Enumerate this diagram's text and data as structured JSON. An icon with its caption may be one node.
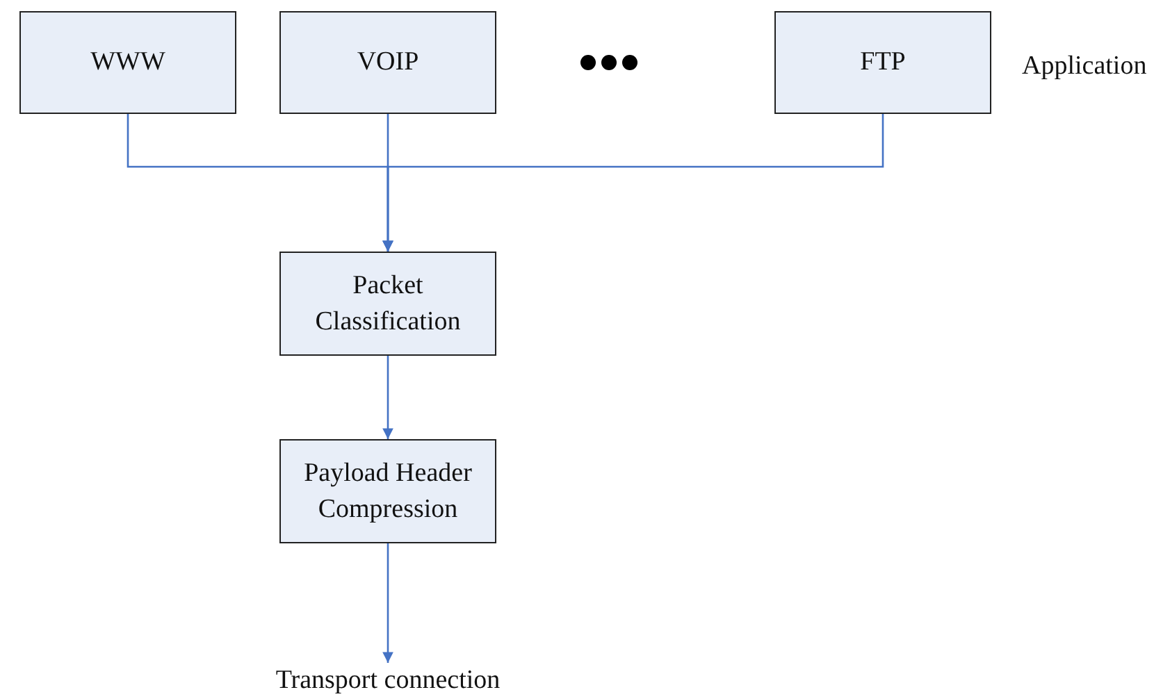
{
  "diagram": {
    "nodes": [
      {
        "text": [
          "WWW"
        ]
      },
      {
        "text": [
          "VOIP"
        ]
      },
      {
        "text": [
          "FTP"
        ]
      },
      {
        "text": [
          "Packet Classification"
        ]
      },
      {
        "text": [
          "Payload Header Compression"
        ]
      },
      {
        "text": [
          "Transport connection"
        ]
      }
    ],
    "edges": [
      {
        "from": 0,
        "to": 3,
        "arrow": "to"
      },
      {
        "from": 1,
        "to": 3,
        "arrow": "to"
      },
      {
        "from": 2,
        "to": 3,
        "arrow": "to"
      },
      {
        "from": 3,
        "to": 4,
        "arrow": "to"
      },
      {
        "from": 4,
        "to": 5,
        "arrow": "to"
      }
    ],
    "labels": [
      "Application"
    ]
  }
}
